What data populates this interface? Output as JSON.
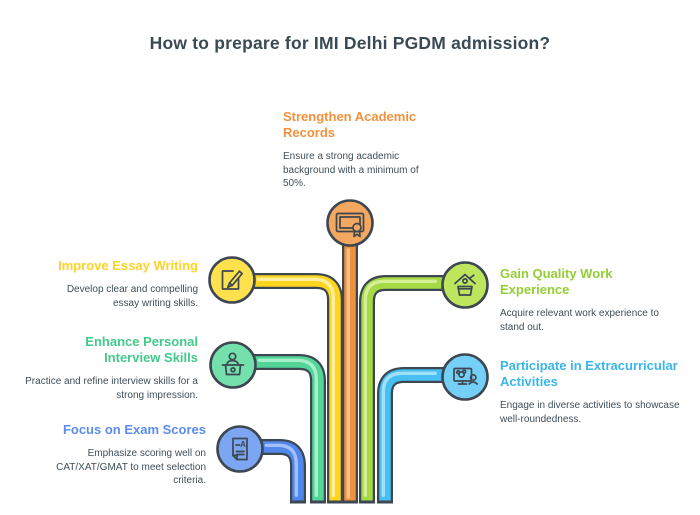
{
  "title": "How to prepare for IMI Delhi PGDM admission?",
  "palette": {
    "ink": "#3C4752",
    "background": "#FFFFFF",
    "title_color": "#394A54",
    "body_text": "#3F4E59"
  },
  "sections": {
    "academic": {
      "heading": "Strengthen Academic Records",
      "description": "Ensure a strong academic background with a minimum of 50%.",
      "accent": "#F2913D",
      "tube": "#F0913E",
      "tube_highlight": "#F8C38E",
      "node_fill": "#F4A75F",
      "icon": "certificate-icon"
    },
    "essay": {
      "heading": "Improve Essay Writing",
      "description": "Develop clear and compelling essay writing skills.",
      "accent": "#FFD226",
      "tube": "#FFD61F",
      "tube_highlight": "#FFF0A6",
      "node_fill": "#FFE14E",
      "icon": "pencil-paper-icon"
    },
    "interview": {
      "heading": "Enhance Personal Interview Skills",
      "description": "Practice and refine interview skills for a strong impression.",
      "accent": "#43C98B",
      "tube": "#53D598",
      "tube_highlight": "#ABF0CE",
      "node_fill": "#74E0AC",
      "icon": "interview-desk-icon"
    },
    "exam": {
      "heading": "Focus on Exam Scores",
      "description": "Emphasize scoring well on CAT/XAT/GMAT to meet selection criteria.",
      "accent": "#5C8DEE",
      "tube": "#5186EC",
      "tube_highlight": "#A6C2F8",
      "node_fill": "#7CA6F2",
      "icon": "graded-document-icon",
      "grade_letter": "A"
    },
    "work": {
      "heading": "Gain Quality Work Experience",
      "description": "Acquire relevant work experience to stand out.",
      "accent": "#94CE35",
      "tube": "#A5DA44",
      "tube_highlight": "#D7F09C",
      "node_fill": "#BEE55E",
      "icon": "work-experience-icon"
    },
    "extracurricular": {
      "heading": "Participate in Extracurricular Activities",
      "description": "Engage in diverse activities to showcase well-roundedness.",
      "accent": "#3AB6E9",
      "tube": "#47BFF0",
      "tube_highlight": "#A5E1FA",
      "node_fill": "#74D0F6",
      "icon": "group-activity-icon"
    }
  }
}
